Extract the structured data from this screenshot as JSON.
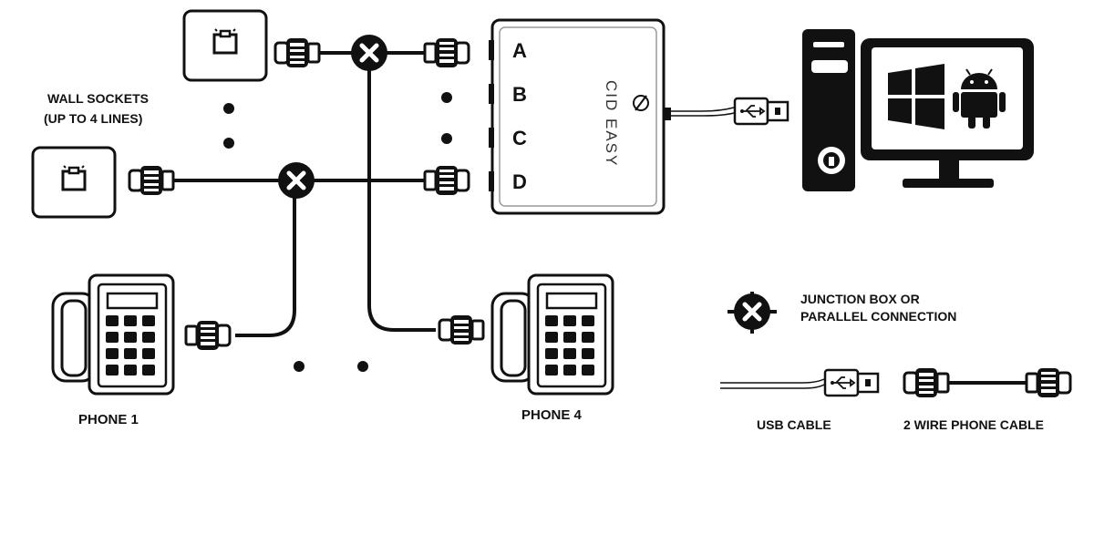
{
  "labels": {
    "wall_sockets_line1": "WALL SOCKETS",
    "wall_sockets_line2": "(UP TO  4 LINES)",
    "phone1": "PHONE 1",
    "phone4": "PHONE 4",
    "device_brand": "CID EASY",
    "ports": [
      "A",
      "B",
      "C",
      "D"
    ]
  },
  "legend": {
    "junction_line1": "JUNCTION BOX OR",
    "junction_line2": "PARALLEL CONNECTION",
    "usb_cable": "USB CABLE",
    "phone_cable": "2 WIRE PHONE CABLE",
    "junction_symbol": "X"
  },
  "icons": {
    "wall_socket": "wall-socket-icon",
    "rj11_plug": "rj11-plug-icon",
    "usb_plug": "usb-plug-icon",
    "junction": "junction-box-icon",
    "desk_phone": "desk-phone-icon",
    "pc": "desktop-computer-icon",
    "windows": "windows-logo-icon",
    "android": "android-logo-icon"
  },
  "colors": {
    "line": "#111111",
    "background": "#ffffff"
  }
}
